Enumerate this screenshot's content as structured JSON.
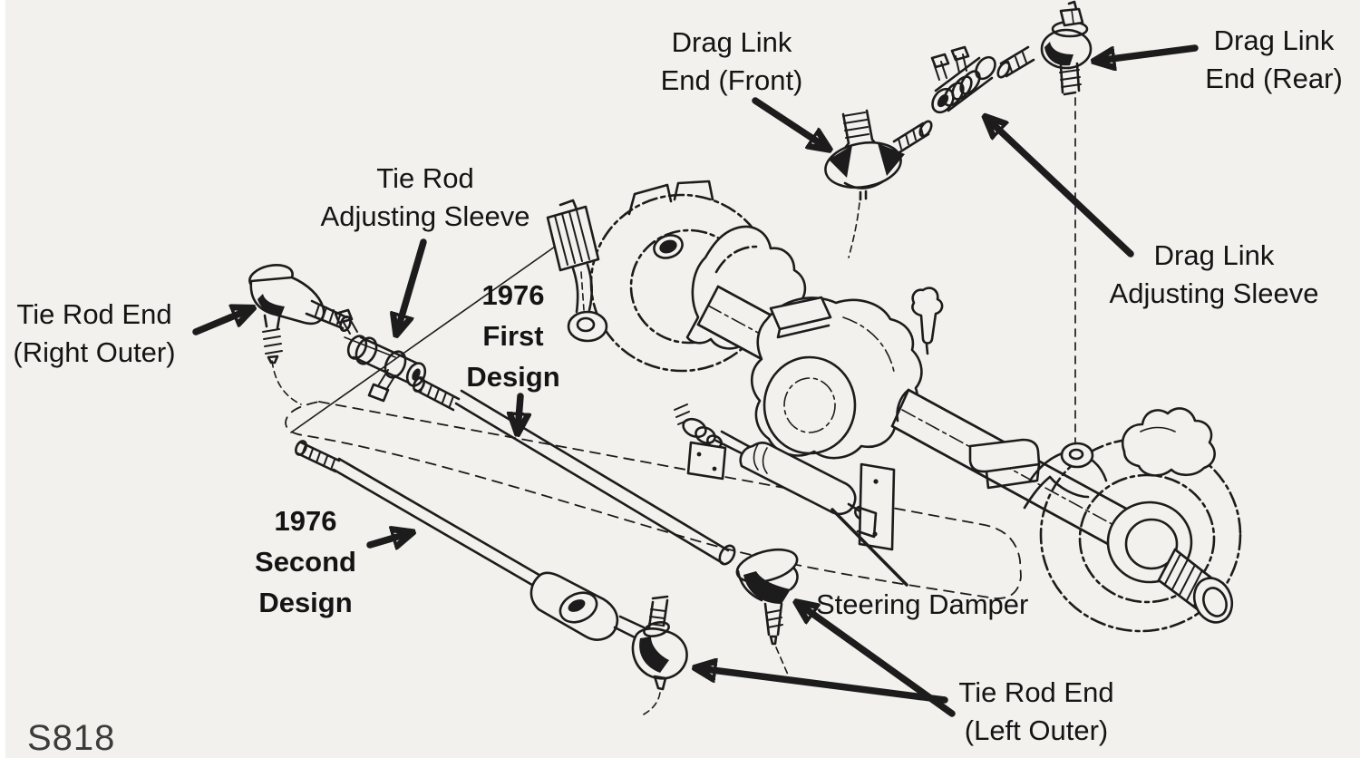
{
  "figure_code": "S818",
  "labels": {
    "drag_link_end_front": [
      "Drag Link",
      "End (Front)"
    ],
    "drag_link_end_rear": [
      "Drag Link",
      "End (Rear)"
    ],
    "tie_rod_adjusting_sleeve": [
      "Tie Rod",
      "Adjusting Sleeve"
    ],
    "tie_rod_end_right_outer": [
      "Tie Rod End",
      "(Right Outer)"
    ],
    "first_design": [
      "1976",
      "First",
      "Design"
    ],
    "drag_link_adjusting_sleeve": [
      "Drag Link",
      "Adjusting Sleeve"
    ],
    "second_design": [
      "1976",
      "Second",
      "Design"
    ],
    "steering_damper": [
      "Steering Damper"
    ],
    "tie_rod_end_left_outer": [
      "Tie Rod End",
      "(Left Outer)"
    ]
  },
  "colors": {
    "ink": "#1c1c1c",
    "paper": "#f2f1ee",
    "code_text": "#3c3c3c"
  }
}
